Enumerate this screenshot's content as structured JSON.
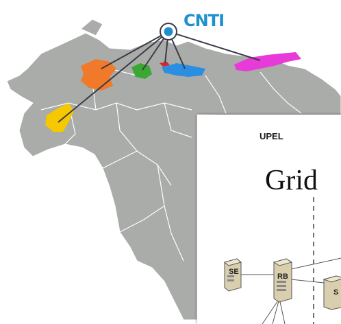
{
  "logo": {
    "text": "CNTI",
    "color": "#1f8fd0"
  },
  "regions": [
    {
      "name": "orange",
      "color": "#f07a2a"
    },
    {
      "name": "green",
      "color": "#3aa832"
    },
    {
      "name": "red",
      "color": "#d42a2a"
    },
    {
      "name": "blue",
      "color": "#2a8fe0"
    },
    {
      "name": "magenta",
      "color": "#e83ad8"
    },
    {
      "name": "yellow",
      "color": "#f5c800"
    }
  ],
  "document": {
    "header": "UPEL",
    "title": "Grid",
    "nodes": {
      "se": "SE",
      "rb": "RB",
      "s": "S"
    }
  }
}
